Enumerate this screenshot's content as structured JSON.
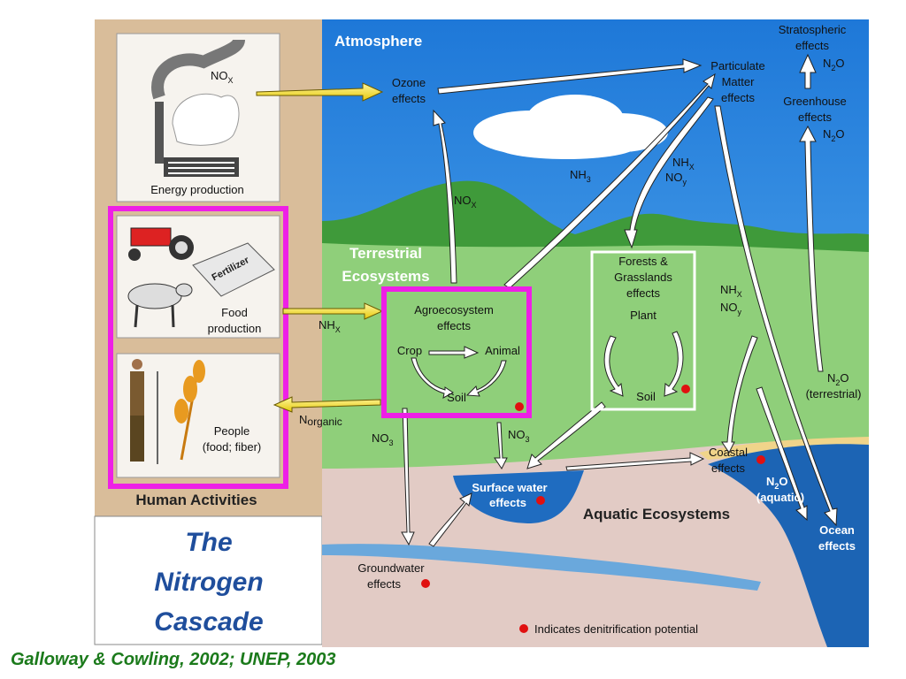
{
  "sections": {
    "atmosphere": "Atmosphere",
    "terrestrial_line1": "Terrestrial",
    "terrestrial_line2": "Ecosystems",
    "aquatic": "Aquatic Ecosystems",
    "human_activities": "Human Activities"
  },
  "human": {
    "energy": "Energy production",
    "energy_nox": "NO",
    "energy_nox_sub": "X",
    "fertilizer": "Fertilizer",
    "food_line1": "Food",
    "food_line2": "production",
    "people_line1": "People",
    "people_line2": "(food; fiber)"
  },
  "effects": {
    "ozone_line1": "Ozone",
    "ozone_line2": "effects",
    "particulate_line1": "Particulate",
    "particulate_line2": "Matter",
    "particulate_line3": "effects",
    "strat_line1": "Stratospheric",
    "strat_line2": "effects",
    "greenhouse_line1": "Greenhouse",
    "greenhouse_line2": "effects",
    "agro_line1": "Agroecosystem",
    "agro_line2": "effects",
    "crop": "Crop",
    "animal": "Animal",
    "soil": "Soil",
    "forests_line1": "Forests &",
    "forests_line2": "Grasslands",
    "forests_line3": "effects",
    "plant": "Plant",
    "surface_line1": "Surface water",
    "surface_line2": "effects",
    "coastal_line1": "Coastal",
    "coastal_line2": "effects",
    "groundwater_line1": "Groundwater",
    "groundwater_line2": "effects",
    "ocean_line1": "Ocean",
    "ocean_line2": "effects"
  },
  "species": {
    "nox": "NO",
    "nox_sub": "X",
    "nh3": "NH",
    "nh3_sub": "3",
    "nhx": "NH",
    "nhx_sub": "X",
    "noy": "NO",
    "noy_sub": "y",
    "n2o": "N",
    "n2o_sub": "2",
    "n2o_o": "O",
    "norganic_n": "N",
    "norganic_sub": "organic",
    "no3": "NO",
    "no3_sub": "3",
    "n2o_terrestrial": "(terrestrial)",
    "n2o_aquatic": "(aquatic)"
  },
  "legend": "Indicates denitrification potential",
  "title": {
    "line1": "The",
    "line2": "Nitrogen",
    "line3": "Cascade"
  },
  "citation": "Galloway & Cowling, 2002; UNEP, 2003",
  "colors": {
    "highlight": "#ee1fe6",
    "denitrification_dot": "#e01010",
    "title_blue": "#1f4e9c",
    "citation_green": "#1b7a1b",
    "flux_arrow_yellow": "#f2e21a"
  }
}
